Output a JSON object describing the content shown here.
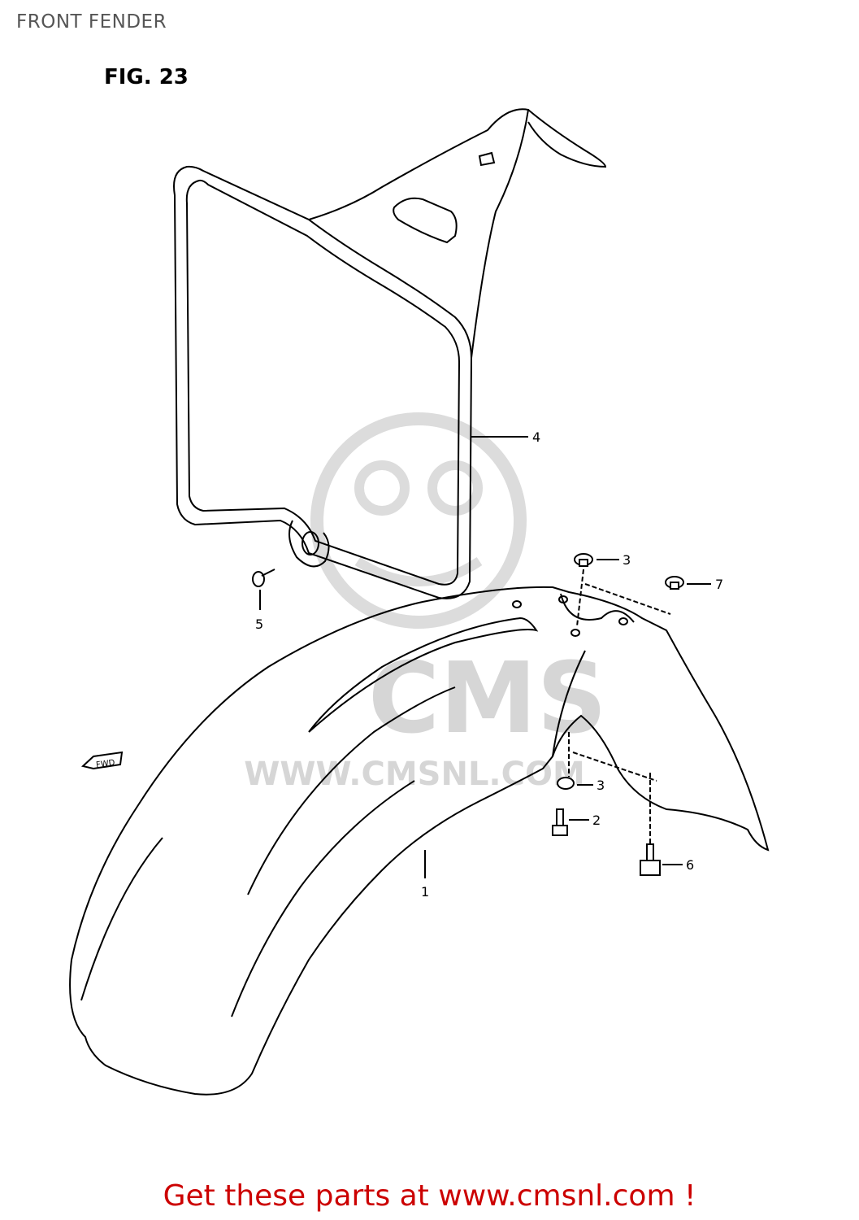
{
  "header": {
    "title": "FRONT FENDER"
  },
  "figure": {
    "label": "FIG. 23"
  },
  "watermark": {
    "brand": "CMS",
    "url": "WWW.CMSNL.COM"
  },
  "fwd_marker": {
    "label": "FWD",
    "icon": "arrow-left-icon"
  },
  "callouts": [
    {
      "number": "1"
    },
    {
      "number": "2"
    },
    {
      "number": "3"
    },
    {
      "number": "3"
    },
    {
      "number": "4"
    },
    {
      "number": "5"
    },
    {
      "number": "6"
    },
    {
      "number": "7"
    }
  ],
  "footer": {
    "promo": "Get these parts at www.cmsnl.com !"
  },
  "colors": {
    "promo": "#cc0000",
    "title": "#555555",
    "watermark": "#d6d6d6"
  }
}
